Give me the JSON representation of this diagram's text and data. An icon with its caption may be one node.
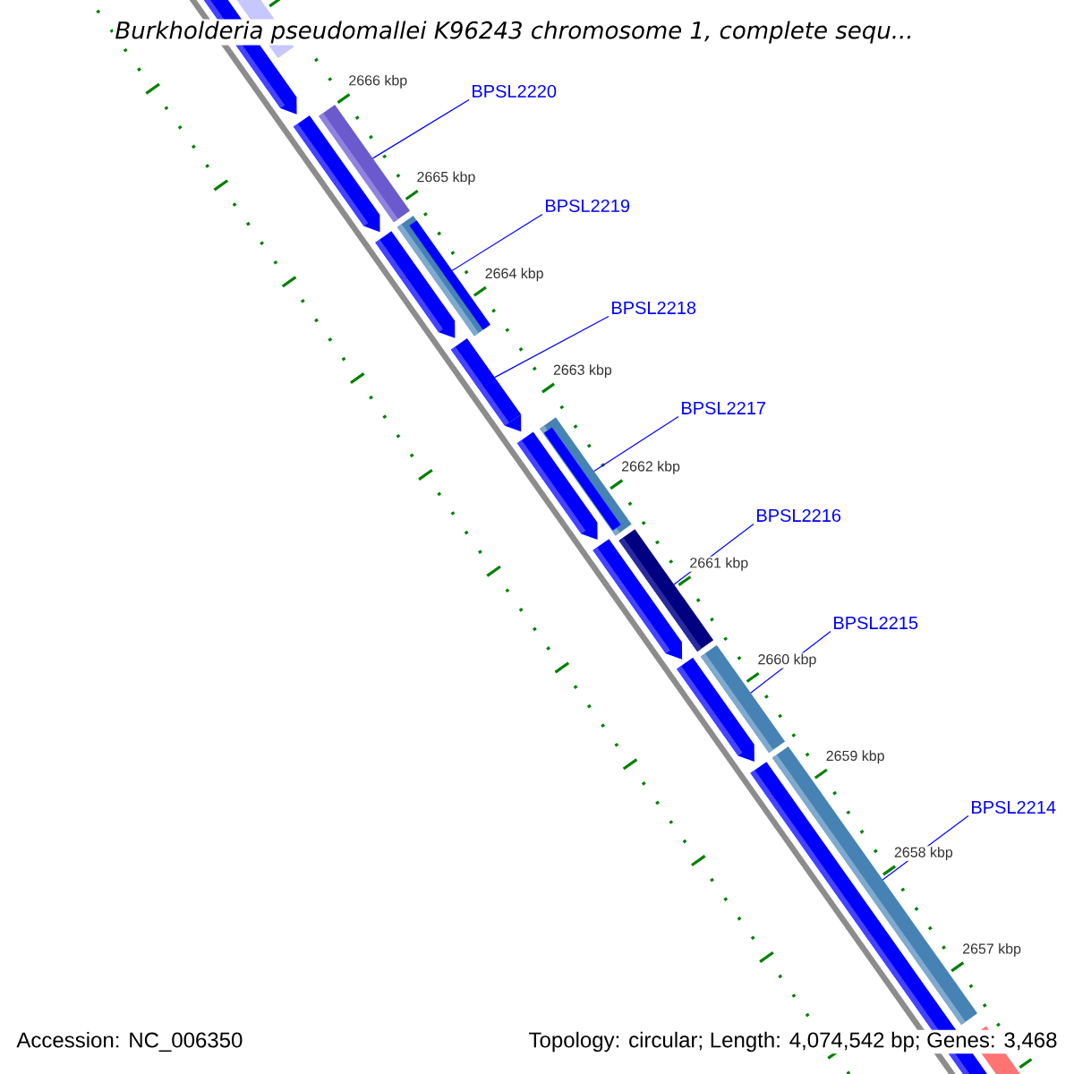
{
  "diagram": {
    "title": "Burkholderia pseudomallei K96243 chromosome 1, complete sequ...",
    "nodes": [
      {
        "text": [
          "BPSL2220"
        ]
      },
      {
        "text": [
          "BPSL2219"
        ]
      },
      {
        "text": [
          "BPSL2218"
        ]
      },
      {
        "text": [
          "BPSL2217"
        ]
      },
      {
        "text": [
          "BPSL2216"
        ]
      },
      {
        "text": [
          "BPSL2215"
        ]
      },
      {
        "text": [
          "BPSL2214"
        ]
      },
      {
        "text": [],
        "shape": "bar"
      },
      {
        "text": [],
        "shape": "bar"
      },
      {
        "text": [],
        "shape": "pentagon"
      },
      {
        "text": [],
        "shape": "bar"
      },
      {
        "text": [],
        "shape": "bar"
      },
      {
        "text": [],
        "shape": "bar"
      },
      {
        "text": [],
        "shape": "bar"
      }
    ],
    "edges": [
      {
        "from": 0,
        "to": 7,
        "arrow": "none"
      },
      {
        "from": 1,
        "to": 8,
        "arrow": "none"
      },
      {
        "from": 2,
        "to": 9,
        "arrow": "none"
      },
      {
        "from": 3,
        "to": 10,
        "arrow": "none"
      },
      {
        "from": 4,
        "to": 11,
        "arrow": "none"
      },
      {
        "from": 5,
        "to": 12,
        "arrow": "none"
      },
      {
        "from": 6,
        "to": 13,
        "arrow": "none"
      }
    ],
    "labels": [
      "2666 kbp",
      "2665 kbp",
      "2664 kbp",
      "2663 kbp",
      "2662 kbp",
      "2661 kbp",
      "2660 kbp",
      "2659 kbp",
      "2658 kbp",
      "2657 kbp",
      "Accession: NC_006350",
      "Topology: circular; Length: 4,074,542 bp; Genes: 3,468"
    ]
  }
}
